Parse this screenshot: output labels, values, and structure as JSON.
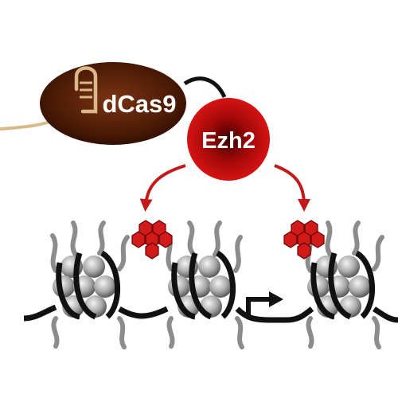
{
  "diagram": {
    "proteins": {
      "dcas9": {
        "label": "dCas9",
        "color": "#5a2208"
      },
      "ezh2": {
        "label": "Ezh2",
        "color": "#b80c0c"
      }
    },
    "guide_rna": {
      "color": "#d9b98a"
    },
    "arrow_color": "#c21a1a",
    "mark_color": "#d11a1a",
    "nucleosome_count": 3,
    "methyl_mark_clusters": 2
  }
}
